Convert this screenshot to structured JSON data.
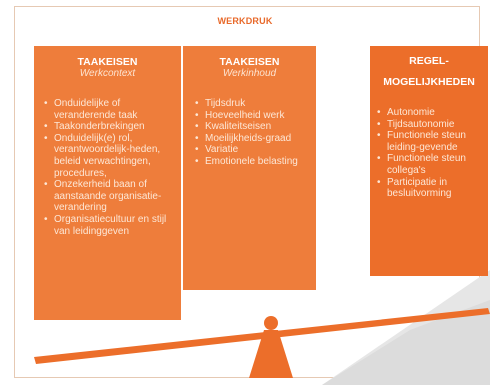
{
  "title": "WERKDRUK",
  "boxes": [
    {
      "heading": "TAAKEISEN",
      "subheading": "Werkcontext",
      "items": [
        "Onduidelijke of veranderende taak",
        "Taakonderbrekingen",
        "Onduidelijk(e) rol, verantwoordelijk-heden, beleid verwachtingen, procedures,",
        "Onzekerheid baan of aanstaande organisatie-verandering",
        "Organisatiecultuur en stijl van leidinggeven"
      ]
    },
    {
      "heading": "TAAKEISEN",
      "subheading": "Werkinhoud",
      "items": [
        "Tijdsdruk",
        "Hoeveelheid werk",
        "Kwaliteitseisen",
        "Moeilijkheids-graad",
        "Variatie",
        "Emotionele belasting"
      ]
    },
    {
      "heading_line1": "REGEL-",
      "heading_line2": "MOGELIJKHEDEN",
      "items": [
        "Autonomie",
        "Tijdsautonomie",
        "Functionele steun leiding-gevende",
        "Functionele steun collega's",
        "Participatie in besluitvorming"
      ]
    }
  ],
  "colors": {
    "orange": "#ee7d3b",
    "orange_dark": "#ec6e2a",
    "grey": "#e8e8e8"
  }
}
